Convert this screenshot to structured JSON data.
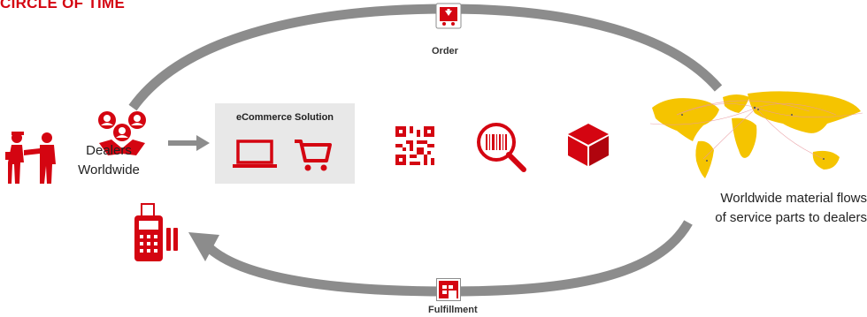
{
  "header": {
    "title": "CIRCLE OF TIME"
  },
  "flow": {
    "order_label": "Order",
    "fulfillment_label": "Fulfillment"
  },
  "dealers": {
    "line1": "Dealers",
    "line2": "Worldwide"
  },
  "ecommerce": {
    "title": "eCommerce Solution"
  },
  "material_flows": {
    "line1": "Worldwide material flows",
    "line2": "of service parts to dealers"
  },
  "colors": {
    "accent": "#d40511",
    "arrow": "#8c8c8c",
    "box": "#e8e8e8",
    "map_land": "#f5c400"
  },
  "icons": [
    "shopping-cart-icon",
    "handshake-icon",
    "delivery-icon",
    "arrow-right-icon",
    "laptop-icon",
    "cart-icon",
    "qr-code-icon",
    "barcode-search-icon",
    "package-icon",
    "world-map-icon",
    "payment-terminal-icon",
    "warehouse-icon"
  ]
}
